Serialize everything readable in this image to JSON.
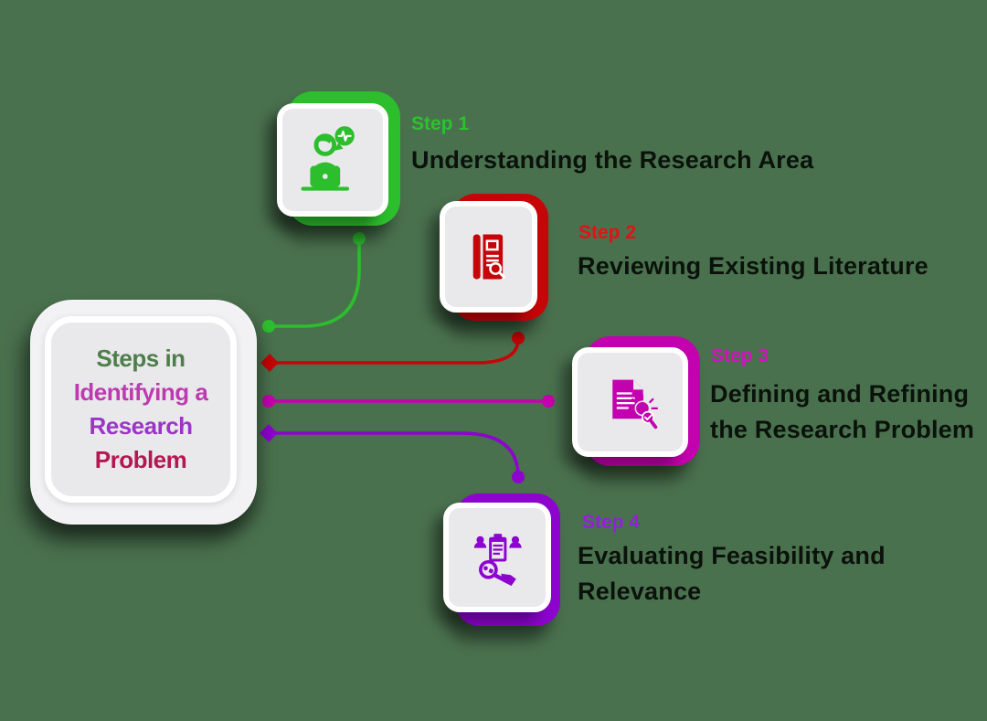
{
  "background_color": "#4A714E",
  "heading_text_color": "#0A120B",
  "title_card": {
    "lines": [
      {
        "text": "Steps in",
        "color": "#4E7E4B"
      },
      {
        "text": "Identifying a",
        "color": "#BC3BB0"
      },
      {
        "text": "Research",
        "color": "#9C34C8"
      },
      {
        "text": "Problem",
        "color": "#B21951"
      }
    ]
  },
  "steps": [
    {
      "label": "Step 1",
      "heading": "Understanding the Research Area",
      "accent_color": "#2CBE2C",
      "label_color": "#2DC22D",
      "icon": "person-chat-laptop-icon"
    },
    {
      "label": "Step 2",
      "heading": "Reviewing Existing Literature",
      "accent_color": "#C50508",
      "label_color": "#E31216",
      "icon": "book-magnifier-icon"
    },
    {
      "label": "Step 3",
      "heading": "Defining and Refining the Research Problem",
      "accent_color": "#C401AE",
      "label_color": "#CC16B8",
      "icon": "document-idea-check-icon"
    },
    {
      "label": "Step 4",
      "heading": "Evaluating Feasibility and Relevance",
      "accent_color": "#8D04CE",
      "label_color": "#9220DC",
      "icon": "team-clipboard-magnifier-icon"
    }
  ]
}
